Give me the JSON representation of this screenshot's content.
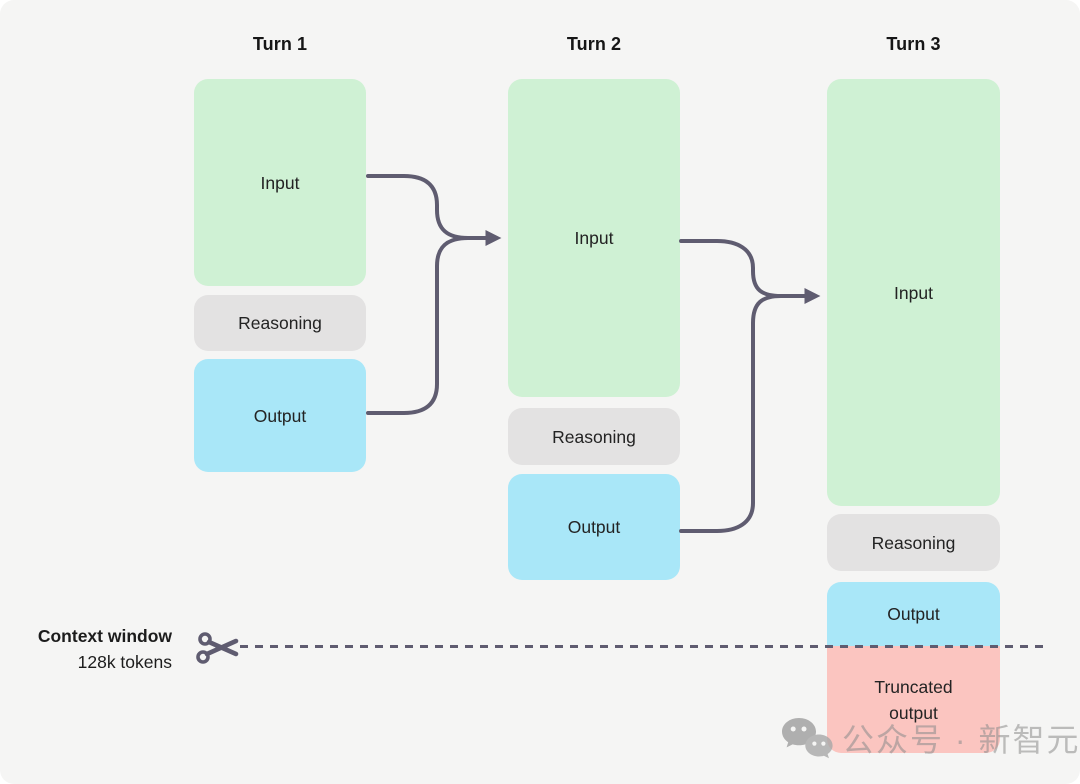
{
  "colors": {
    "background": "#f5f5f4",
    "input": "#cff1d4",
    "reasoning": "#e3e2e2",
    "output": "#a9e7f8",
    "truncated": "#fbc5c0",
    "arrow": "#5f5c70",
    "watermark": "#8c8c8c"
  },
  "turns": [
    {
      "title": "Turn 1",
      "input": "Input",
      "reasoning": "Reasoning",
      "output": "Output"
    },
    {
      "title": "Turn 2",
      "input": "Input",
      "reasoning": "Reasoning",
      "output": "Output"
    },
    {
      "title": "Turn 3",
      "input": "Input",
      "reasoning": "Reasoning",
      "output": "Output",
      "truncated": "Truncated output"
    }
  ],
  "context_window": {
    "title": "Context window",
    "subtitle": "128k tokens"
  },
  "watermark": {
    "text": "公众号 · 新智元"
  },
  "icons": {
    "scissors": "scissors-icon",
    "wechat": "wechat-bubbles-icon"
  }
}
